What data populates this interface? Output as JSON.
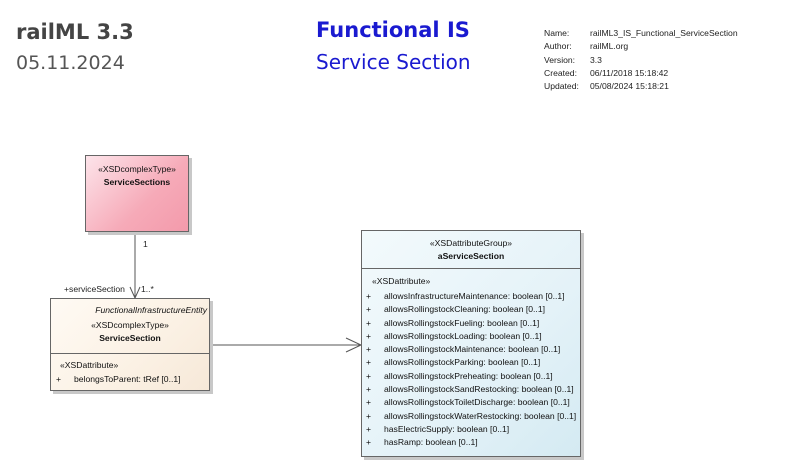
{
  "header": {
    "title": "railML 3.3",
    "date": "05.11.2024",
    "center_title": "Functional IS",
    "center_subtitle": "Service Section"
  },
  "meta": [
    {
      "label": "Name:",
      "value": "railML3_IS_Functional_ServiceSection"
    },
    {
      "label": "Author:",
      "value": "railML.org"
    },
    {
      "label": "Version:",
      "value": "3.3"
    },
    {
      "label": "Created:",
      "value": "06/11/2018 15:18:42"
    },
    {
      "label": "Updated:",
      "value": "05/08/2024 15:18:21"
    }
  ],
  "classes": {
    "service_sections": {
      "stereotype": "«XSDcomplexType»",
      "name": "ServiceSections"
    },
    "service_section": {
      "parent": "FunctionalInfrastructureEntity",
      "stereotype": "«XSDcomplexType»",
      "name": "ServiceSection",
      "attr_stereotype": "«XSDattribute»",
      "attributes": [
        {
          "vis": "+",
          "text": "belongsToParent: tRef [0..1]"
        }
      ]
    },
    "a_service_section": {
      "stereotype": "«XSDattributeGroup»",
      "name": "aServiceSection",
      "attr_stereotype": "«XSDattribute»",
      "attributes": [
        {
          "vis": "+",
          "text": "allowsInfrastructureMaintenance: boolean [0..1]"
        },
        {
          "vis": "+",
          "text": "allowsRollingstockCleaning: boolean [0..1]"
        },
        {
          "vis": "+",
          "text": "allowsRollingstockFueling: boolean [0..1]"
        },
        {
          "vis": "+",
          "text": "allowsRollingstockLoading: boolean [0..1]"
        },
        {
          "vis": "+",
          "text": "allowsRollingstockMaintenance: boolean [0..1]"
        },
        {
          "vis": "+",
          "text": "allowsRollingstockParking: boolean [0..1]"
        },
        {
          "vis": "+",
          "text": "allowsRollingstockPreheating: boolean [0..1]"
        },
        {
          "vis": "+",
          "text": "allowsRollingstockSandRestocking: boolean [0..1]"
        },
        {
          "vis": "+",
          "text": "allowsRollingstockToiletDischarge: boolean [0..1]"
        },
        {
          "vis": "+",
          "text": "allowsRollingstockWaterRestocking: boolean [0..1]"
        },
        {
          "vis": "+",
          "text": "hasElectricSupply: boolean [0..1]"
        },
        {
          "vis": "+",
          "text": "hasRamp: boolean [0..1]"
        }
      ]
    }
  },
  "edges": {
    "composition": {
      "source_multiplicity": "1",
      "target_role": "+serviceSection",
      "target_multiplicity": "1..*"
    }
  },
  "colors": {
    "title_blue": "#1a1ad0",
    "pink_fill": "#f6aab8",
    "beige_fill": "#fbf1e4",
    "blue_fill": "#e4f2f8"
  }
}
